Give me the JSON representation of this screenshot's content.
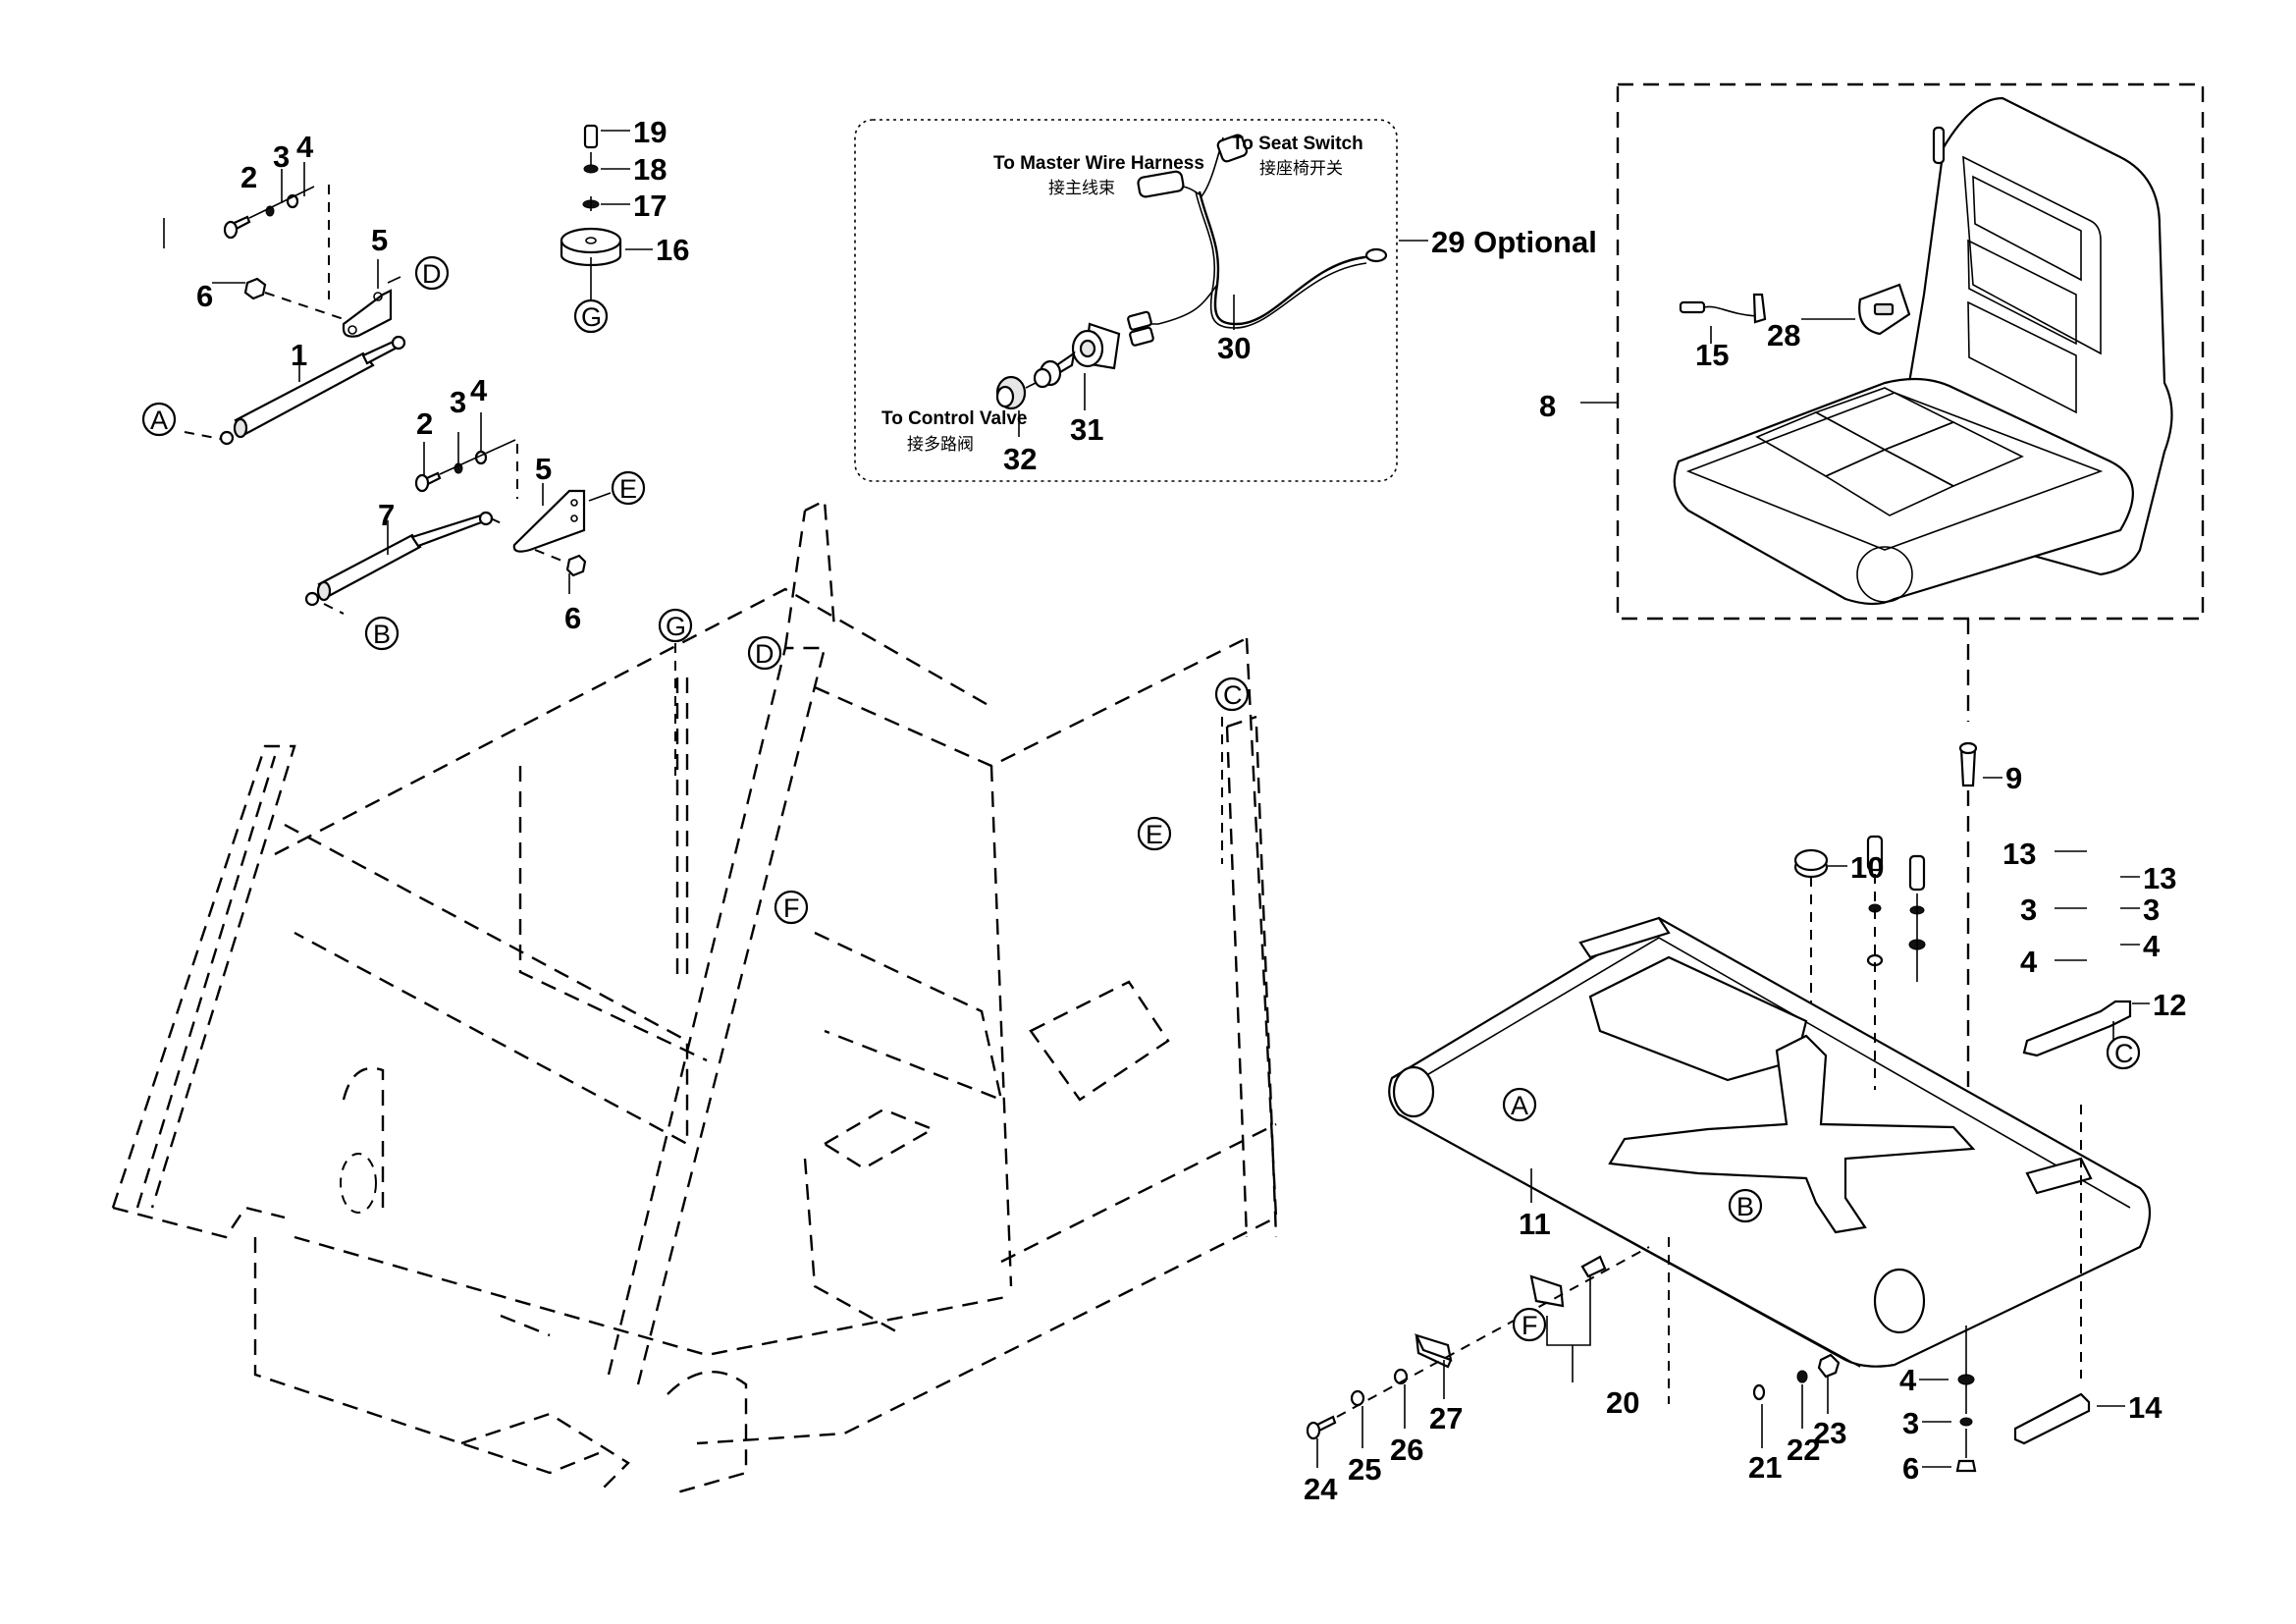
{
  "diagram": {
    "type": "exploded-parts-diagram",
    "subject": "Operator seat and seat base assembly with cab frame"
  },
  "callouts": {
    "p1": "1",
    "p2a": "2",
    "p3a": "3",
    "p4a": "4",
    "p5a": "5",
    "p6a": "6",
    "p2b": "2",
    "p3b": "3",
    "p4b": "4",
    "p5b": "5",
    "p6b": "6",
    "p7": "7",
    "p8": "8",
    "p9": "9",
    "p10": "10",
    "p11": "11",
    "p12": "12",
    "p13a": "13",
    "p13b": "13",
    "p3c": "3",
    "p3d": "3",
    "p4c": "4",
    "p4d": "4",
    "p14": "14",
    "p4e": "4",
    "p3e": "3",
    "p6c": "6",
    "p15": "15",
    "p16": "16",
    "p17": "17",
    "p18": "18",
    "p19": "19",
    "p20": "20",
    "p21": "21",
    "p22": "22",
    "p23": "23",
    "p24": "24",
    "p25": "25",
    "p26": "26",
    "p27": "27",
    "p28": "28",
    "p29": "29 Optional",
    "p30": "30",
    "p31": "31",
    "p32": "32"
  },
  "reference_markers": {
    "A1": "A",
    "A2": "A",
    "B1": "B",
    "B2": "B",
    "C1": "C",
    "C2": "C",
    "D1": "D",
    "D2": "D",
    "E1": "E",
    "E2": "E",
    "F1": "F",
    "F2": "F",
    "G1": "G",
    "G2": "G"
  },
  "harness_notes": {
    "master_en": "To Master Wire Harness",
    "master_cn": "接主线束",
    "seat_en": "To Seat Switch",
    "seat_cn": "接座椅开关",
    "valve_en": "To Control Valve",
    "valve_cn": "接多路阀"
  }
}
